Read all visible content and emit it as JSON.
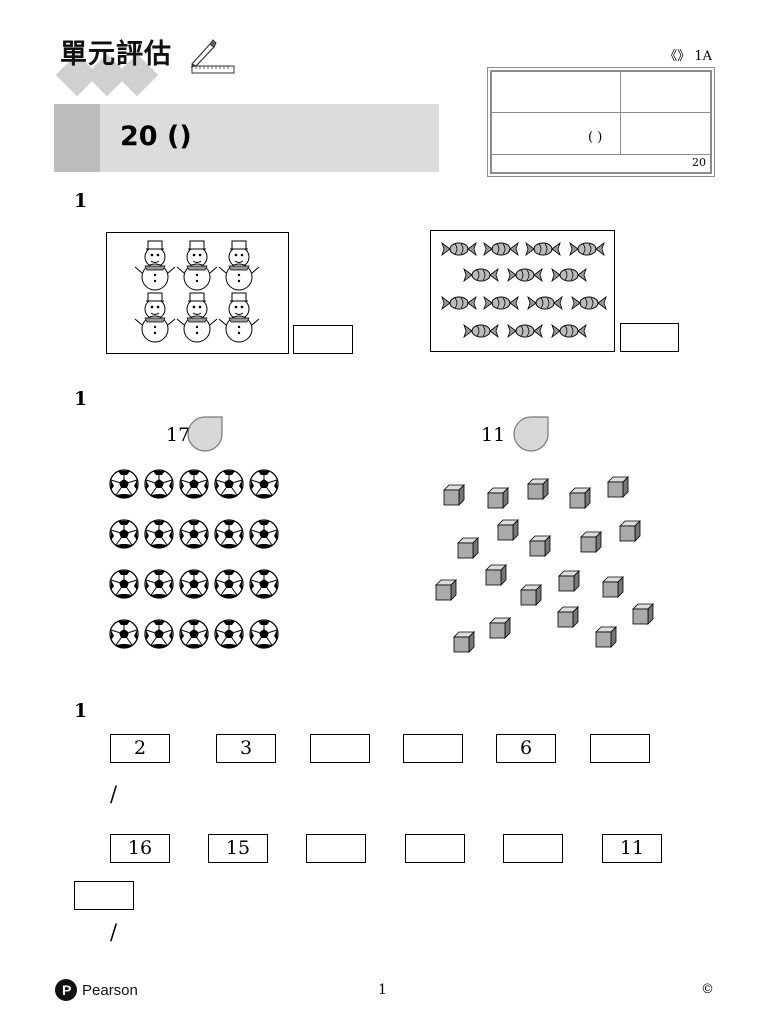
{
  "header": {
    "unit_title": "單元評估",
    "top_right": "《》 1A"
  },
  "info_box": {
    "name_label": "",
    "class_label": "",
    "number_label": "",
    "number_paren": "(    )",
    "date_label": "",
    "score_label": "20"
  },
  "title": "20 ()",
  "q1": {
    "text": "1",
    "answers": [
      "",
      ""
    ]
  },
  "q2": {
    "text": "1",
    "left_label": "17",
    "right_label": "11"
  },
  "q3": {
    "text": "1",
    "row1": [
      "2",
      "3",
      "",
      "",
      "6",
      ""
    ],
    "row2": [
      "16",
      "15",
      "",
      "",
      "",
      "11",
      ""
    ],
    "choice_line": " / "
  },
  "footer": {
    "brand": "Pearson",
    "page": "1",
    "copyright": "© "
  }
}
